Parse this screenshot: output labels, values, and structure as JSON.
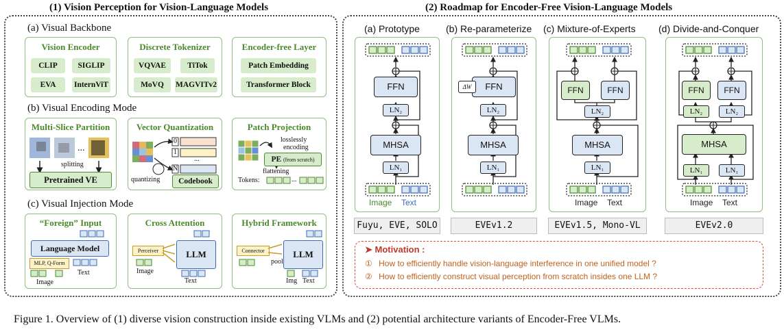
{
  "left_title": "(1) Vision Perception for Vision-Language Models",
  "right_title": "(2) Roadmap for Encoder-Free Vision-Language Models",
  "backbone": {
    "heading": "(a) Visual Backbone",
    "vision_encoder": {
      "title": "Vision Encoder",
      "items": [
        "CLIP",
        "SIGLIP",
        "EVA",
        "InternViT"
      ]
    },
    "discrete_tokenizer": {
      "title": "Discrete Tokenizer",
      "items": [
        "VQVAE",
        "TiTok",
        "MoVQ",
        "MAGVITv2"
      ]
    },
    "encoder_free": {
      "title": "Encoder-free Layer",
      "items": [
        "Patch Embedding",
        "Transformer Block"
      ]
    }
  },
  "encoding": {
    "heading": "(b) Visual Encoding Mode",
    "multi_slice": {
      "title": "Multi-Slice Partition",
      "ellipsis": "...",
      "splitting": "splitting",
      "pretrained": "Pretrained VE"
    },
    "vq": {
      "title": "Vector Quantization",
      "idx": [
        "0",
        "1",
        "N"
      ],
      "dots": "...",
      "quantizing": "quantizing",
      "codebook": "Codebook"
    },
    "patch": {
      "title": "Patch Projection",
      "lossless1": "losslessly",
      "lossless2": "encoding",
      "pe": "PE",
      "pe_sub": "(from scratch)",
      "flattening": "flattening",
      "tokens": "Tokens:"
    }
  },
  "injection": {
    "heading": "(c) Visual Injection Mode",
    "foreign": {
      "title": "“Foreign” Input",
      "lm": "Language Model",
      "mlp": "MLP, Q-Form",
      "text": "Text",
      "image": "Image"
    },
    "cross": {
      "title": "Cross Attention",
      "perceiver": "Perceiver",
      "llm": "LLM",
      "image": "Image",
      "text": "Text"
    },
    "hybrid": {
      "title": "Hybrid Framework",
      "connector": "Connector",
      "pool": "pool",
      "llm": "LLM",
      "img": "Img",
      "text": "Text"
    }
  },
  "roadmap": [
    {
      "title": "(a) Prototype",
      "caption": "Fuyu, EVE, SOLO",
      "ffn": "FFN",
      "ln2": "LN₂",
      "mhsa": "MHSA",
      "ln1": "LN₁",
      "image": "Image",
      "text": "Text"
    },
    {
      "title": "(b) Re-parameterize",
      "caption": "EVEv1.2",
      "ffn": "FFN",
      "dw": "ΔW",
      "ln2": "LN₂",
      "mhsa": "MHSA",
      "ln1": "LN₁"
    },
    {
      "title": "(c) Mixture-of-Experts",
      "caption": "EVEv1.5, Mono-VL",
      "ffn": "FFN",
      "ln2": "LN₂",
      "mhsa": "MHSA",
      "ln1": "LN₁",
      "image": "Image",
      "text": "Text"
    },
    {
      "title": "(d) Divide-and-Conquer",
      "caption": "EVEv2.0",
      "ffn": "FFN",
      "ln2": "LN₂",
      "mhsa": "MHSA",
      "ln1": "LN₁",
      "image": "Image",
      "text": "Text"
    }
  ],
  "motivation": {
    "label": "Motivation :",
    "q1_num": "①",
    "q1": "How to efficiently handle vision-language interference in one unified model ?",
    "q2_num": "②",
    "q2": "How to efficiently construct visual perception from scratch insides one LLM ?"
  },
  "caption": "Figure 1. Overview of (1) diverse vision construction inside existing VLMs and (2) potential architecture variants of Encoder-Free VLMs.",
  "colors": {
    "green": "#4a8a2c",
    "green_fill": "#d7eccb",
    "blue": "#3d6bb3",
    "blue_fill": "#dbe6f5",
    "red": "#d94a3a",
    "orange": "#c0621e"
  }
}
